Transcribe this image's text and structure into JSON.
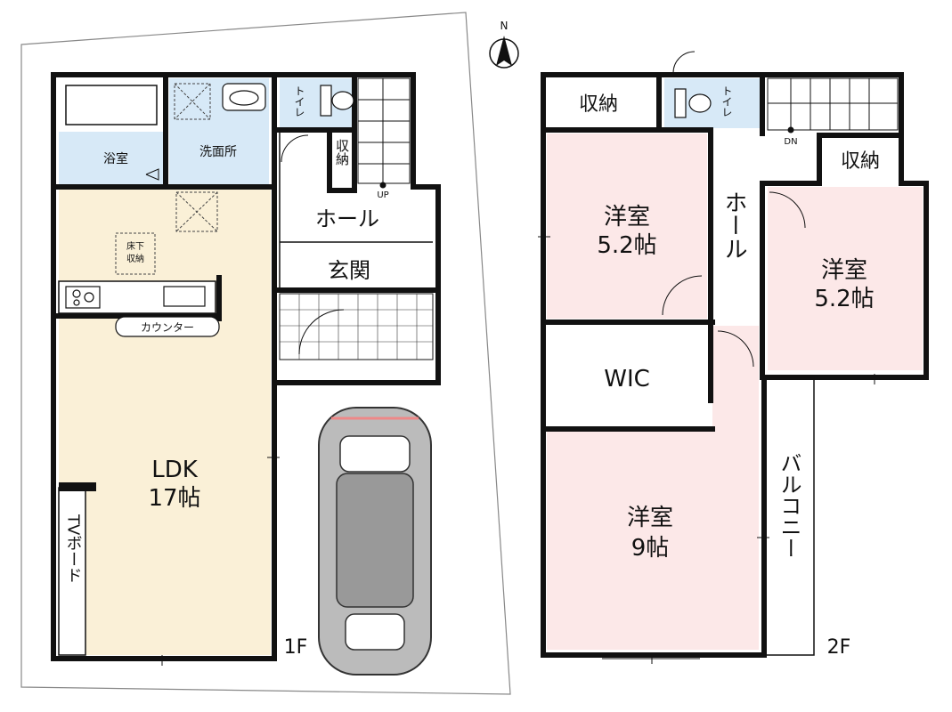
{
  "compass": {
    "north": "N"
  },
  "floor1": {
    "label": "1F",
    "rooms": {
      "bath": "浴室",
      "washroom": "洗面所",
      "toilet": "トイレ",
      "storage": "収納",
      "hall": "ホール",
      "entrance": "玄関",
      "underfloor_storage": "床下\n収納",
      "counter": "カウンター",
      "ldk_name": "LDK",
      "ldk_size": "17帖",
      "tv_board": "TVボード",
      "stairs_up": "UP"
    }
  },
  "floor2": {
    "label": "2F",
    "rooms": {
      "storage_a": "収納",
      "toilet": "トイレ",
      "storage_b": "収納",
      "stairs_down": "DN",
      "west_room_name": "洋室",
      "west_room_size": "5.2帖",
      "hall": "ホール",
      "east_room_name": "洋室",
      "east_room_size": "5.2帖",
      "wic": "WIC",
      "main_room_name": "洋室",
      "main_room_size": "9帖",
      "balcony": "バルコニー"
    }
  },
  "colors": {
    "wall": "#111111",
    "ldk_floor": "#faf0d7",
    "wet_area": "#d7e9f7",
    "bedroom": "#fce8e8",
    "lot_outline": "#888888"
  }
}
